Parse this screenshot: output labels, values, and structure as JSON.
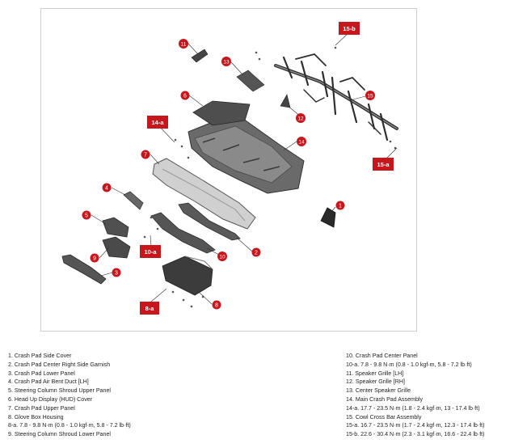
{
  "diagram": {
    "callouts": [
      {
        "id": "c1",
        "label": "1",
        "kind": "circle"
      },
      {
        "id": "c2",
        "label": "2",
        "kind": "circle"
      },
      {
        "id": "c3",
        "label": "3",
        "kind": "circle"
      },
      {
        "id": "c4",
        "label": "4",
        "kind": "circle"
      },
      {
        "id": "c5",
        "label": "5",
        "kind": "circle"
      },
      {
        "id": "c6",
        "label": "6",
        "kind": "circle"
      },
      {
        "id": "c7",
        "label": "7",
        "kind": "circle"
      },
      {
        "id": "c8",
        "label": "8",
        "kind": "circle"
      },
      {
        "id": "c9",
        "label": "9",
        "kind": "circle"
      },
      {
        "id": "c10",
        "label": "10",
        "kind": "circle"
      },
      {
        "id": "c11",
        "label": "11",
        "kind": "circle"
      },
      {
        "id": "c12",
        "label": "12",
        "kind": "circle"
      },
      {
        "id": "c13",
        "label": "13",
        "kind": "circle"
      },
      {
        "id": "c14",
        "label": "14",
        "kind": "circle"
      },
      {
        "id": "c15",
        "label": "15",
        "kind": "circle"
      },
      {
        "id": "b8a",
        "label": "8-a",
        "kind": "box"
      },
      {
        "id": "b10a",
        "label": "10-a",
        "kind": "box"
      },
      {
        "id": "b14a",
        "label": "14-a",
        "kind": "box"
      },
      {
        "id": "b15a",
        "label": "15-a",
        "kind": "box"
      },
      {
        "id": "b15b",
        "label": "15-b",
        "kind": "box"
      }
    ],
    "colors": {
      "callout": "#c8161d",
      "part_dark": "#4a4a4a",
      "part_light": "#bdbdbd",
      "leader": "#333333"
    }
  },
  "legend": {
    "left": [
      "1. Crash Pad Side Cover",
      "2. Crash Pad Center Right Side Garnish",
      "3. Crash Pad Lower Panel",
      "4. Crash Pad Air Bent Duct [LH]",
      "5. Steering Column Shroud Upper Panel",
      "6. Head Up Display (HUD) Cover",
      "7. Crash Pad Upper Panel",
      "8. Glove Box Housing",
      "8-a. 7.8 - 9.8 N·m (0.8 - 1.0 kgf·m, 5.8 - 7.2 lb·ft)",
      "9. Steering Column Shroud Lower Panel"
    ],
    "right": [
      "10. Crash Pad Center Panel",
      "10-a. 7.8 - 9.8 N·m (0.8 - 1.0 kgf·m, 5.8 - 7.2 lb·ft)",
      "11. Speaker Grille [LH]",
      "12. Speaker Grille [RH]",
      "13. Center Speaker Grille",
      "14. Main Crash Pad Assembly",
      "14-a. 17.7 - 23.5 N·m (1.8 - 2.4 kgf·m, 13 - 17.4 lb·ft)",
      "15. Cowl Cross Bar Assembly",
      "15-a. 16.7 - 23.5 N·m (1.7 - 2.4 kgf·m, 12.3 - 17.4 lb·ft)",
      "15-b. 22.6 - 30.4 N·m (2.3 - 3.1 kgf·m, 16.6 - 22.4 lb·ft)"
    ]
  }
}
